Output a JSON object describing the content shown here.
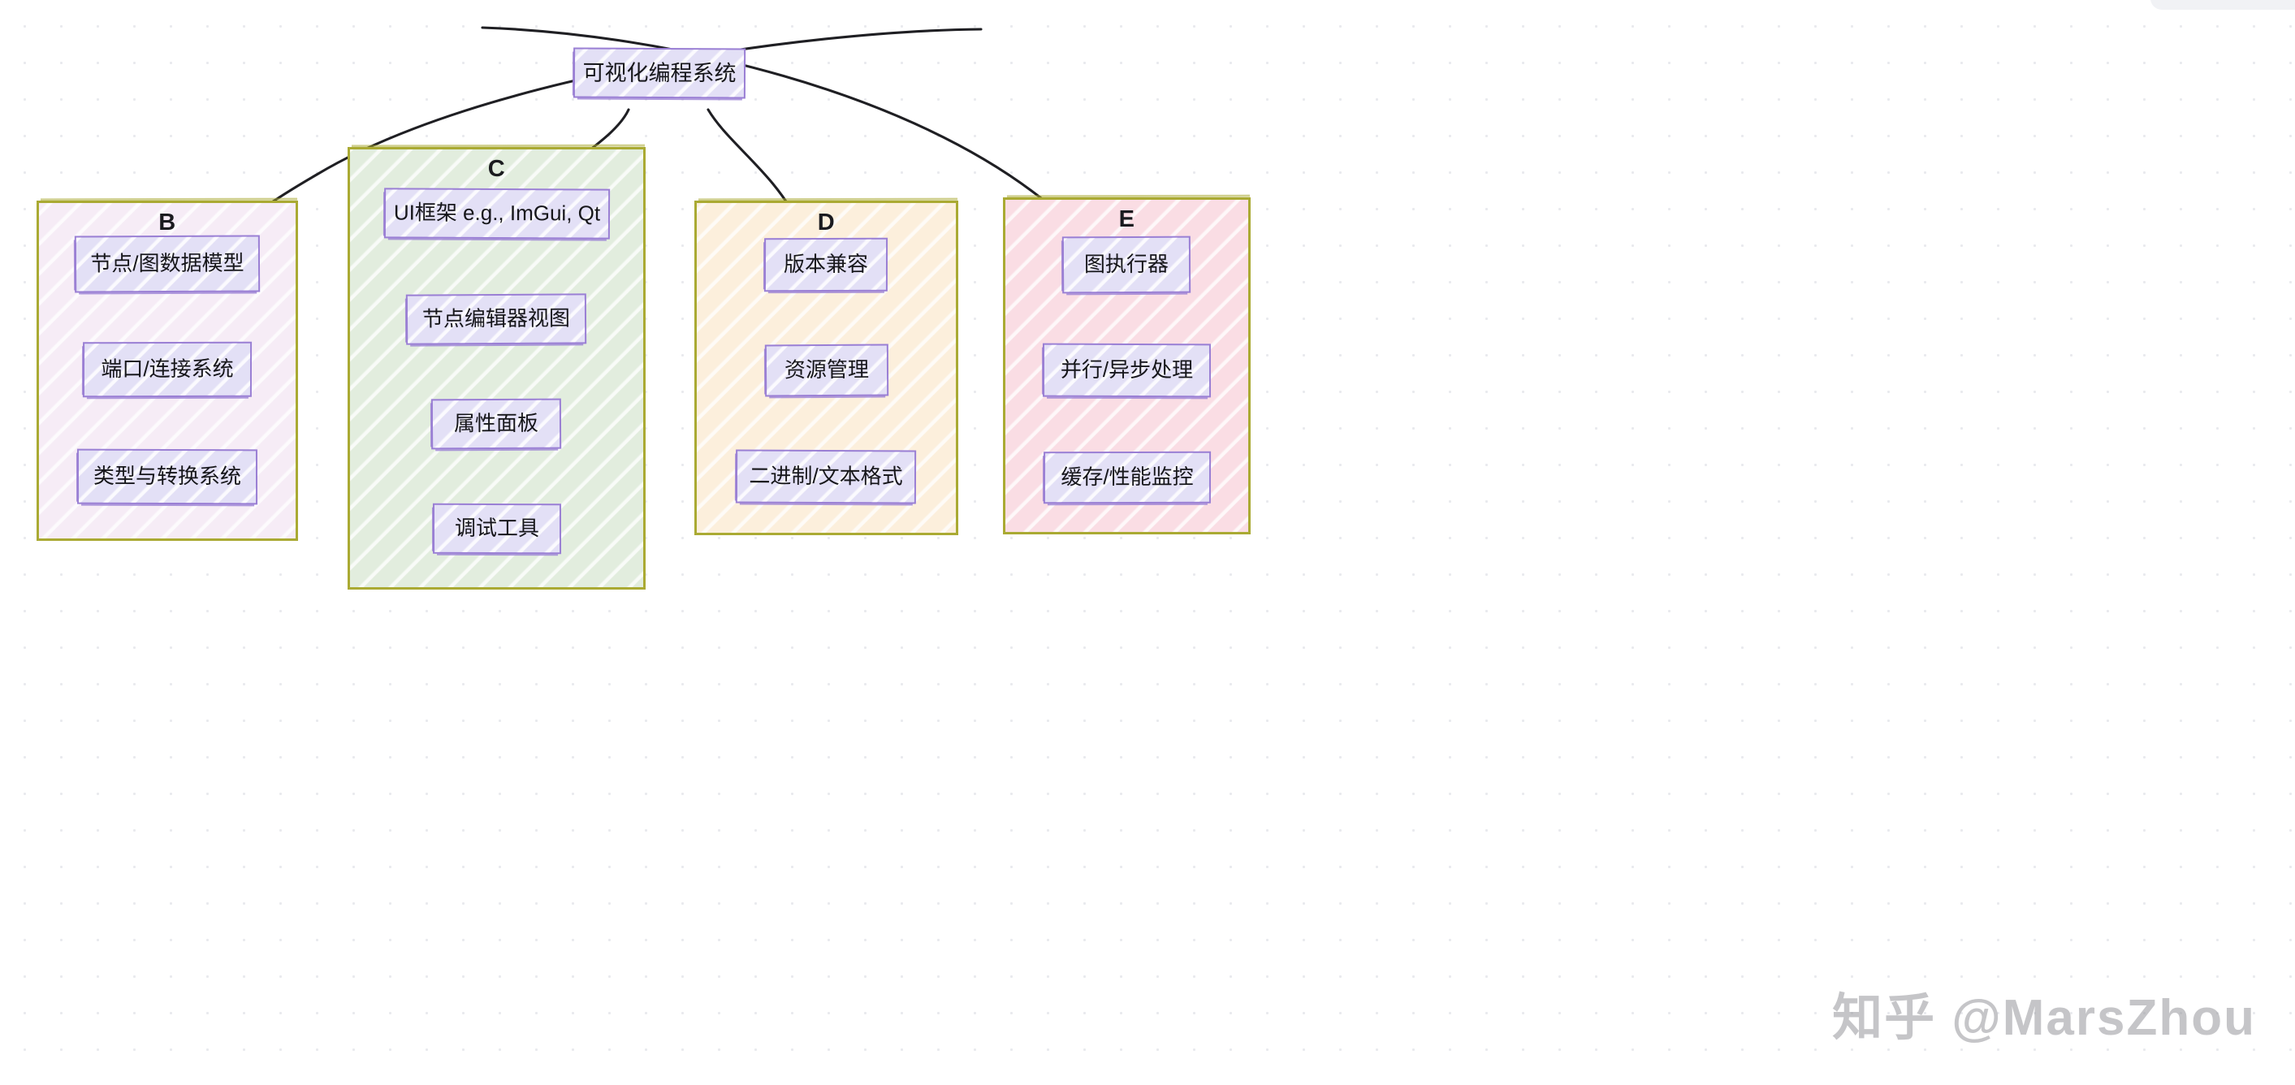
{
  "diagram": {
    "title_node": {
      "id": "A",
      "label": "可视化编程系统"
    },
    "clusters": [
      {
        "id": "B",
        "label": "B",
        "fill": "#f6ecf6",
        "stroke": "#aaaa33",
        "nodes": [
          {
            "id": "B1",
            "label": "节点/图数据模型"
          },
          {
            "id": "B2",
            "label": "端口/连接系统"
          },
          {
            "id": "B3",
            "label": "类型与转换系统"
          }
        ]
      },
      {
        "id": "C",
        "label": "C",
        "fill": "#e2edde",
        "stroke": "#aaaa33",
        "nodes": [
          {
            "id": "C1",
            "label": "UI框架 e.g., ImGui, Qt"
          },
          {
            "id": "C2",
            "label": "节点编辑器视图"
          },
          {
            "id": "C3",
            "label": "属性面板"
          },
          {
            "id": "C4",
            "label": "调试工具"
          }
        ]
      },
      {
        "id": "D",
        "label": "D",
        "fill": "#fcefdc",
        "stroke": "#aaaa33",
        "nodes": [
          {
            "id": "D1",
            "label": "版本兼容"
          },
          {
            "id": "D2",
            "label": "资源管理"
          },
          {
            "id": "D3",
            "label": "二进制/文本格式"
          }
        ]
      },
      {
        "id": "E",
        "label": "E",
        "fill": "#fadde4",
        "stroke": "#aaaa33",
        "nodes": [
          {
            "id": "E1",
            "label": "图执行器"
          },
          {
            "id": "E2",
            "label": "并行/异步处理"
          },
          {
            "id": "E3",
            "label": "缓存/性能监控"
          }
        ]
      }
    ],
    "edges": [
      {
        "from": "A",
        "to": "B",
        "arrow": "triangle"
      },
      {
        "from": "A",
        "to": "C",
        "arrow": "triangle"
      },
      {
        "from": "A",
        "to": "D",
        "arrow": "triangle"
      },
      {
        "from": "A",
        "to": "E",
        "arrow": "triangle"
      }
    ],
    "colors": {
      "node_fill": "#e3e0f6",
      "node_stroke": "#9a7fd4",
      "cluster_stroke": "#aaaa33",
      "edge_stroke": "#1f1f23",
      "text": "#16161a",
      "background": "#ffffff",
      "grid_dot": "#e9eaee"
    }
  },
  "watermark": {
    "text": "知乎 @MarsZhou"
  }
}
